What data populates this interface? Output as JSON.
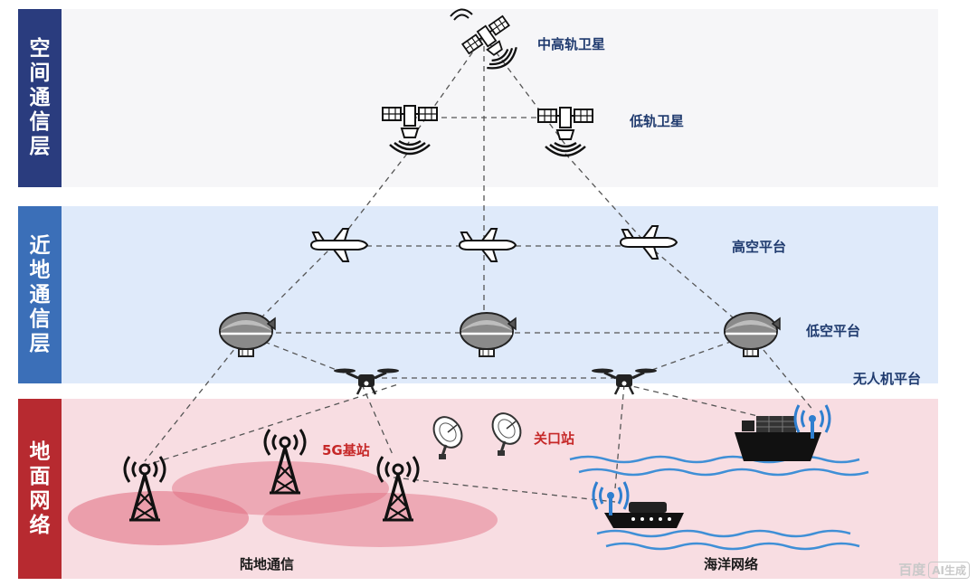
{
  "layers": {
    "space": {
      "label": "空间通信层",
      "tab_color": "#2a3c7e",
      "bg_color": "#f6f6f8"
    },
    "near": {
      "label": "近地通信层",
      "tab_color": "#3b6fb8",
      "bg_color": "#dfeafa"
    },
    "ground": {
      "label": "地面网络",
      "tab_color": "#b72a30",
      "bg_color": "#f8dde2"
    }
  },
  "labels": {
    "geo_satellite": "中高轨卫星",
    "leo_satellite": "低轨卫星",
    "high_platform": "高空平台",
    "low_platform": "低空平台",
    "uav_platform": "无人机平台",
    "base_station": "5G基站",
    "gateway_station": "关口站",
    "land_comm": "陆地通信",
    "ocean_network": "海洋网络"
  },
  "colors": {
    "label_blue": "#1f3a6e",
    "label_red": "#c62828",
    "label_black": "#1a1a1a",
    "coverage": "#e06a7e",
    "wave": "#3f8fd6",
    "link": "#555555"
  },
  "watermark": {
    "text": "百度",
    "badge": "AI生成"
  }
}
